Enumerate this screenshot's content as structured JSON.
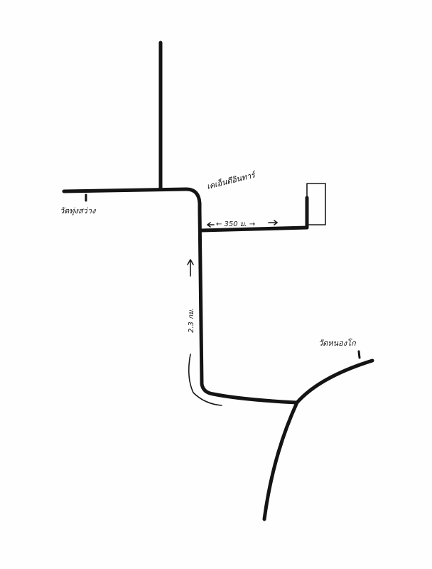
{
  "map": {
    "labels": {
      "temple_west": "วัดทุ่งสว่าง",
      "landmark_corner": "เคเอ็นดีอินทาร์",
      "temple_southeast": "วัดหนองโก",
      "distance_east": "← 350 ม. →",
      "distance_vertical": "2.3 กม."
    },
    "icons": {
      "north_arrow": "arrow-up-icon"
    },
    "colors": {
      "road": "#141414",
      "background": "#fefefe"
    }
  }
}
